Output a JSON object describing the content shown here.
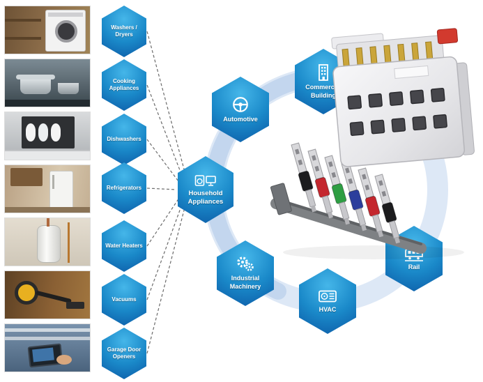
{
  "hub": {
    "label": "Household Appliances",
    "icon": "household-appliances-icon"
  },
  "spokes": [
    {
      "label": "Washers / Dryers",
      "photo": "washer-dryer-photo"
    },
    {
      "label": "Cooking Appliances",
      "photo": "cooking-pots-photo"
    },
    {
      "label": "Dishwashers",
      "photo": "dishwasher-photo"
    },
    {
      "label": "Refrigerators",
      "photo": "refrigerator-kitchen-photo"
    },
    {
      "label": "Water Heaters",
      "photo": "water-heater-photo"
    },
    {
      "label": "Vacuums",
      "photo": "vacuum-cleaner-photo"
    },
    {
      "label": "Garage Door Openers",
      "photo": "garage-door-opener-photo"
    }
  ],
  "markets": [
    {
      "label": "Automotive",
      "icon": "steering-wheel-icon"
    },
    {
      "label": "Commercial Building",
      "icon": "commercial-building-icon"
    },
    {
      "label": "Rail",
      "icon": "train-icon"
    },
    {
      "label": "HVAC",
      "icon": "hvac-unit-icon"
    },
    {
      "label": "Industrial Machinery",
      "icon": "gears-icon"
    }
  ],
  "connector": {
    "name": "multi-pin-connector-with-crimp-terminals",
    "wire_band_colors": [
      "#1c1c1e",
      "#c4272e",
      "#2e9e43",
      "#2c3e9c",
      "#c4272e",
      "#1c1c1e"
    ]
  },
  "colors": {
    "hex_gradient_top": "#45b6e9",
    "hex_gradient_bottom": "#0c59a5",
    "ring_light": "#d4e2f4",
    "ring_dark": "#bed3ec",
    "dashed_line": "#6a6a6a"
  }
}
